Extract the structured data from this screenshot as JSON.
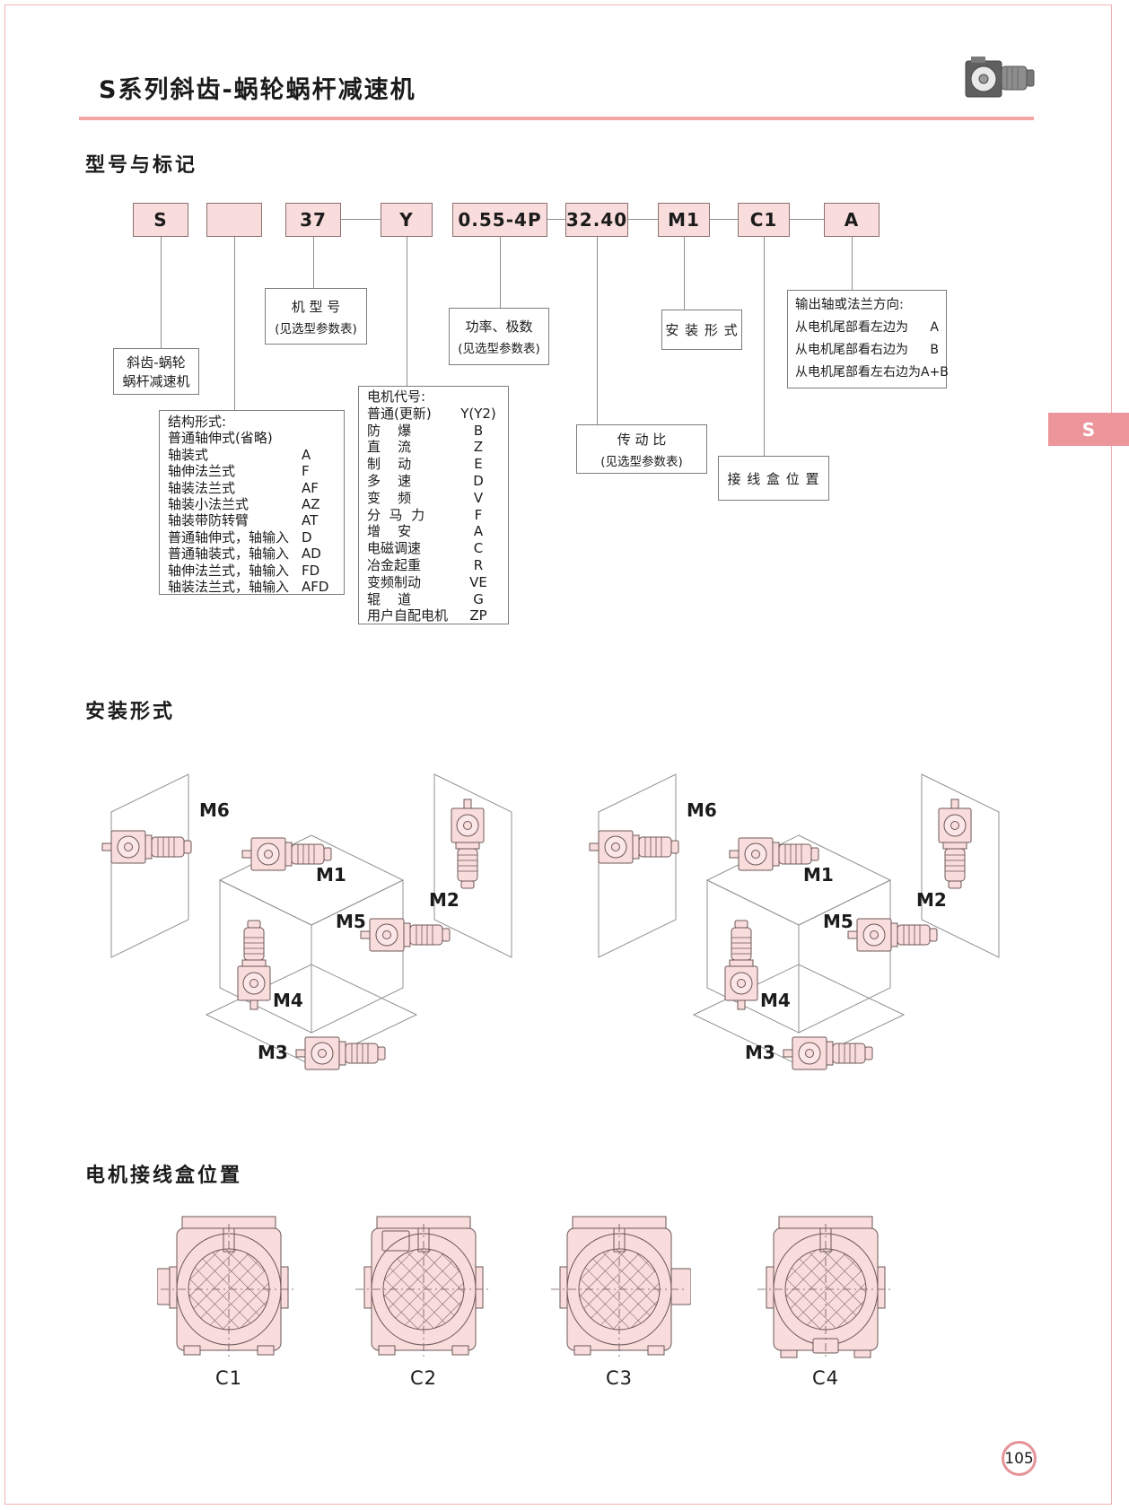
{
  "page": {
    "title": "S系列斜齿-蜗轮蜗杆减速机",
    "side_tab": "S",
    "page_number": "105"
  },
  "colors": {
    "accent_rule": "#f2a6a6",
    "code_box_fill": "#f9dcdc",
    "side_tab_fill": "#ec959b",
    "page_number_ring": "#e59398"
  },
  "model_section": {
    "heading": "型号与标记",
    "codes": [
      "S",
      "",
      "37",
      "Y",
      "0.55-4P",
      "32.40",
      "M1",
      "C1",
      "A"
    ],
    "series_note": {
      "line1": "斜齿-蜗轮",
      "line2": "蜗杆减速机"
    },
    "model_note": {
      "line1": "机 型 号",
      "line2": "(见选型参数表)"
    },
    "power_note": {
      "line1": "功率、极数",
      "line2": "(见选型参数表)"
    },
    "ratio_note": {
      "line1": "传 动 比",
      "line2": "(见选型参数表)"
    },
    "mounting_note": "安 装 形 式",
    "terminal_note": "接 线 盒 位 置",
    "structure_note": {
      "title": "结构形式:",
      "rows": [
        {
          "label": "普通轴伸式(省略)",
          "code": ""
        },
        {
          "label": "轴装式",
          "code": "A"
        },
        {
          "label": "轴伸法兰式",
          "code": "F"
        },
        {
          "label": "轴装法兰式",
          "code": "AF"
        },
        {
          "label": "轴装小法兰式",
          "code": "AZ"
        },
        {
          "label": "轴装带防转臂",
          "code": "AT"
        },
        {
          "label": "普通轴伸式，轴输入",
          "code": "D"
        },
        {
          "label": "普通轴装式，轴输入",
          "code": "AD"
        },
        {
          "label": "轴伸法兰式，轴输入",
          "code": "FD"
        },
        {
          "label": "轴装法兰式，轴输入",
          "code": "AFD"
        }
      ]
    },
    "motor_note": {
      "title": "电机代号:",
      "rows": [
        {
          "label": "普通(更新)",
          "code": "Y(Y2)"
        },
        {
          "label": "防    爆",
          "code": "B"
        },
        {
          "label": "直    流",
          "code": "Z"
        },
        {
          "label": "制    动",
          "code": "E"
        },
        {
          "label": "多    速",
          "code": "D"
        },
        {
          "label": "变    频",
          "code": "V"
        },
        {
          "label": "分  马  力",
          "code": "F"
        },
        {
          "label": "增    安",
          "code": "A"
        },
        {
          "label": "电磁调速",
          "code": "C"
        },
        {
          "label": "冶金起重",
          "code": "R"
        },
        {
          "label": "变频制动",
          "code": "VE"
        },
        {
          "label": "辊    道",
          "code": "G"
        },
        {
          "label": "用户自配电机",
          "code": "ZP"
        }
      ]
    },
    "direction_note": {
      "title": "输出轴或法兰方向:",
      "rows": [
        {
          "label": "从电机尾部看左边为",
          "code": "A"
        },
        {
          "label": "从电机尾部看右边为",
          "code": "B"
        },
        {
          "label": "从电机尾部看左右边为",
          "code": "A+B"
        }
      ]
    }
  },
  "mounting_section": {
    "heading": "安装形式",
    "labels": [
      "M1",
      "M2",
      "M3",
      "M4",
      "M5",
      "M6"
    ]
  },
  "terminal_section": {
    "heading": "电机接线盒位置",
    "labels": [
      "C1",
      "C2",
      "C3",
      "C4"
    ]
  }
}
